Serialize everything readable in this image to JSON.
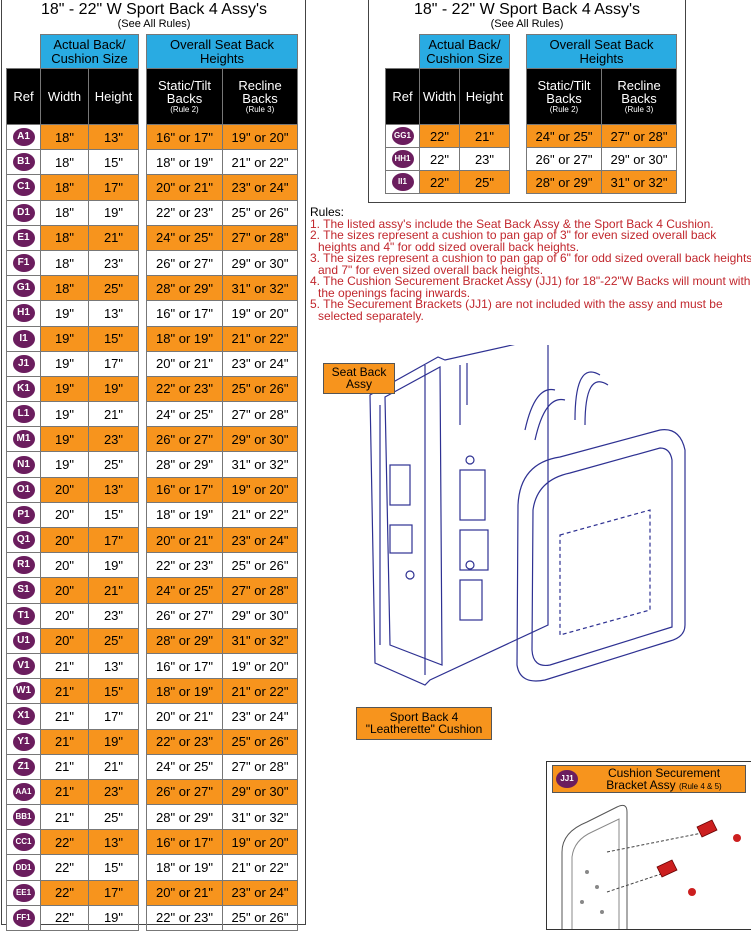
{
  "left_table": {
    "title": "18\" - 22\" W Sport Back 4 Assy's",
    "subtitle": "(See All Rules)",
    "group1": "Actual Back/ Cushion Size",
    "group2": "Overall Seat Back Heights",
    "col_ref": "Ref",
    "col_width": "Width",
    "col_height": "Height",
    "col_static": "Static/Tilt Backs",
    "col_static_note": "(Rule 2)",
    "col_recline": "Recline Backs",
    "col_recline_note": "(Rule 3)",
    "rows": [
      {
        "ref": "A1",
        "width": "18\"",
        "height": "13\"",
        "static": "16\" or 17\"",
        "recline": "19\" or 20\""
      },
      {
        "ref": "B1",
        "width": "18\"",
        "height": "15\"",
        "static": "18\" or 19\"",
        "recline": "21\" or 22\""
      },
      {
        "ref": "C1",
        "width": "18\"",
        "height": "17\"",
        "static": "20\" or 21\"",
        "recline": "23\" or 24\""
      },
      {
        "ref": "D1",
        "width": "18\"",
        "height": "19\"",
        "static": "22\" or 23\"",
        "recline": "25\" or 26\""
      },
      {
        "ref": "E1",
        "width": "18\"",
        "height": "21\"",
        "static": "24\" or 25\"",
        "recline": "27\" or 28\""
      },
      {
        "ref": "F1",
        "width": "18\"",
        "height": "23\"",
        "static": "26\" or 27\"",
        "recline": "29\" or 30\""
      },
      {
        "ref": "G1",
        "width": "18\"",
        "height": "25\"",
        "static": "28\" or 29\"",
        "recline": "31\" or 32\""
      },
      {
        "ref": "H1",
        "width": "19\"",
        "height": "13\"",
        "static": "16\" or 17\"",
        "recline": "19\" or 20\""
      },
      {
        "ref": "I1",
        "width": "19\"",
        "height": "15\"",
        "static": "18\" or 19\"",
        "recline": "21\" or 22\""
      },
      {
        "ref": "J1",
        "width": "19\"",
        "height": "17\"",
        "static": "20\" or 21\"",
        "recline": "23\" or 24\""
      },
      {
        "ref": "K1",
        "width": "19\"",
        "height": "19\"",
        "static": "22\" or 23\"",
        "recline": "25\" or 26\""
      },
      {
        "ref": "L1",
        "width": "19\"",
        "height": "21\"",
        "static": "24\" or 25\"",
        "recline": "27\" or 28\""
      },
      {
        "ref": "M1",
        "width": "19\"",
        "height": "23\"",
        "static": "26\" or 27\"",
        "recline": "29\" or 30\""
      },
      {
        "ref": "N1",
        "width": "19\"",
        "height": "25\"",
        "static": "28\" or 29\"",
        "recline": "31\" or 32\""
      },
      {
        "ref": "O1",
        "width": "20\"",
        "height": "13\"",
        "static": "16\" or 17\"",
        "recline": "19\" or 20\""
      },
      {
        "ref": "P1",
        "width": "20\"",
        "height": "15\"",
        "static": "18\" or 19\"",
        "recline": "21\" or 22\""
      },
      {
        "ref": "Q1",
        "width": "20\"",
        "height": "17\"",
        "static": "20\" or 21\"",
        "recline": "23\" or 24\""
      },
      {
        "ref": "R1",
        "width": "20\"",
        "height": "19\"",
        "static": "22\" or 23\"",
        "recline": "25\" or 26\""
      },
      {
        "ref": "S1",
        "width": "20\"",
        "height": "21\"",
        "static": "24\" or 25\"",
        "recline": "27\" or 28\""
      },
      {
        "ref": "T1",
        "width": "20\"",
        "height": "23\"",
        "static": "26\" or 27\"",
        "recline": "29\" or 30\""
      },
      {
        "ref": "U1",
        "width": "20\"",
        "height": "25\"",
        "static": "28\" or 29\"",
        "recline": "31\" or 32\""
      },
      {
        "ref": "V1",
        "width": "21\"",
        "height": "13\"",
        "static": "16\" or 17\"",
        "recline": "19\" or 20\""
      },
      {
        "ref": "W1",
        "width": "21\"",
        "height": "15\"",
        "static": "18\" or 19\"",
        "recline": "21\" or 22\""
      },
      {
        "ref": "X1",
        "width": "21\"",
        "height": "17\"",
        "static": "20\" or 21\"",
        "recline": "23\" or 24\""
      },
      {
        "ref": "Y1",
        "width": "21\"",
        "height": "19\"",
        "static": "22\" or 23\"",
        "recline": "25\" or 26\""
      },
      {
        "ref": "Z1",
        "width": "21\"",
        "height": "21\"",
        "static": "24\" or 25\"",
        "recline": "27\" or 28\""
      },
      {
        "ref": "AA1",
        "width": "21\"",
        "height": "23\"",
        "static": "26\" or 27\"",
        "recline": "29\" or 30\""
      },
      {
        "ref": "BB1",
        "width": "21\"",
        "height": "25\"",
        "static": "28\" or 29\"",
        "recline": "31\" or 32\""
      },
      {
        "ref": "CC1",
        "width": "22\"",
        "height": "13\"",
        "static": "16\" or 17\"",
        "recline": "19\" or 20\""
      },
      {
        "ref": "DD1",
        "width": "22\"",
        "height": "15\"",
        "static": "18\" or 19\"",
        "recline": "21\" or 22\""
      },
      {
        "ref": "EE1",
        "width": "22\"",
        "height": "17\"",
        "static": "20\" or 21\"",
        "recline": "23\" or 24\""
      },
      {
        "ref": "FF1",
        "width": "22\"",
        "height": "19\"",
        "static": "22\" or 23\"",
        "recline": "25\" or 26\""
      }
    ]
  },
  "right_table": {
    "title": "18\" - 22\" W Sport Back 4 Assy's",
    "subtitle": "(See All Rules)",
    "group1": "Actual Back/ Cushion Size",
    "group2": "Overall Seat Back Heights",
    "col_ref": "Ref",
    "col_width": "Width",
    "col_height": "Height",
    "col_static": "Static/Tilt Backs",
    "col_static_note": "(Rule 2)",
    "col_recline": "Recline Backs",
    "col_recline_note": "(Rule 3)",
    "rows": [
      {
        "ref": "GG1",
        "width": "22\"",
        "height": "21\"",
        "static": "24\" or 25\"",
        "recline": "27\" or 28\""
      },
      {
        "ref": "HH1",
        "width": "22\"",
        "height": "23\"",
        "static": "26\" or 27\"",
        "recline": "29\" or 30\""
      },
      {
        "ref": "II1",
        "width": "22\"",
        "height": "25\"",
        "static": "28\" or 29\"",
        "recline": "31\" or 32\""
      }
    ]
  },
  "rules": {
    "heading": "Rules:",
    "items": [
      "1. The listed assy's include the Seat Back Assy & the Sport Back 4 Cushion.",
      "2. The sizes represent a cushion to pan gap of 3\" for even sized overall back heights and 4\" for odd sized overall back heights.",
      "3. The sizes represent a cushion to pan gap of 6\" for odd sized overall back heights and 7\" for even sized overall back heights.",
      "4. The Cushion Securement Bracket Assy (JJ1) for 18\"-22\"W Backs will mount with the openings facing inwards.",
      "5. The Securement Brackets (JJ1) are not included with the assy and must be selected separately."
    ]
  },
  "labels": {
    "seat_back": "Seat Back Assy",
    "cushion": "Sport Back 4 \"Leatherette\" Cushion",
    "jj1_ref": "JJ1",
    "jj1_title": "Cushion Securement",
    "jj1_title2": "Bracket Assy",
    "jj1_note": "(Rule 4 & 5)"
  },
  "colors": {
    "orange": "#f7941d",
    "cyan": "#29abe2",
    "badge": "#6b1d5e",
    "rules_text": "#c1272d",
    "line_art": "#2e3192",
    "bracket": "#cc1f1f"
  }
}
